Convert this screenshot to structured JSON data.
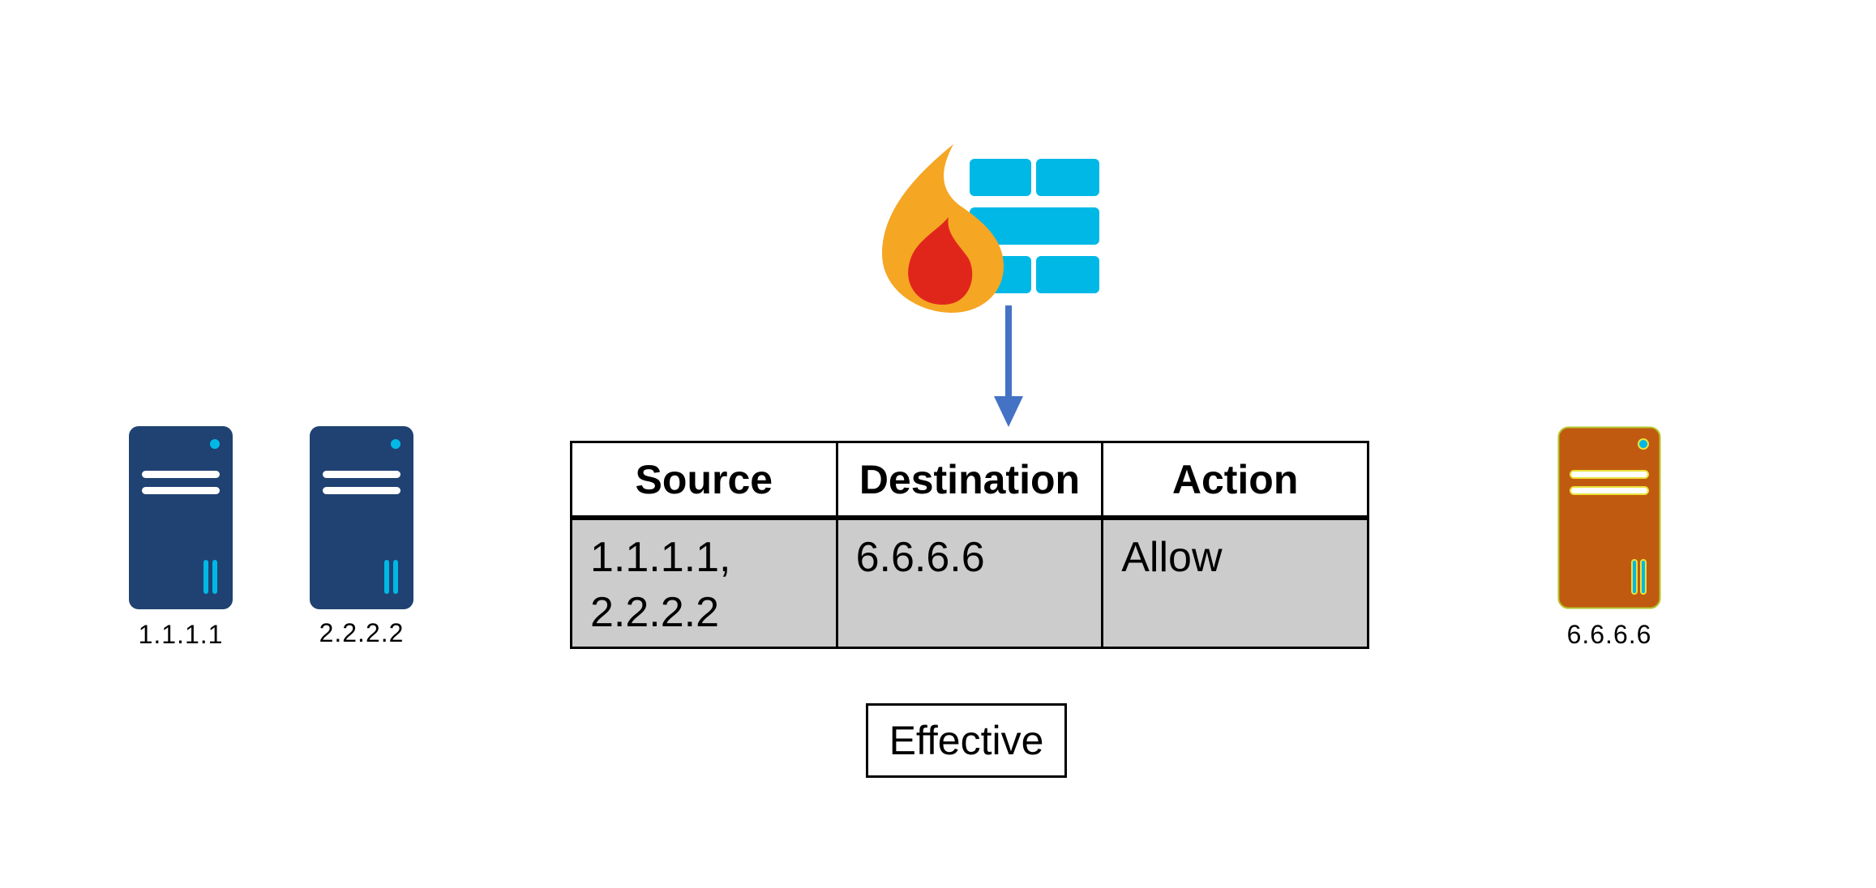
{
  "servers": {
    "left": [
      {
        "label": "1.1.1.1",
        "icon": "server-icon",
        "color": "#1f4272"
      },
      {
        "label": "2.2.2.2",
        "icon": "server-icon",
        "color": "#1f4272"
      }
    ],
    "right": {
      "label": "6.6.6.6",
      "icon": "server-icon",
      "color": "#c15a11"
    }
  },
  "firewall": {
    "icon": "firewall-icon"
  },
  "rule_table": {
    "headers": {
      "source": "Source",
      "destination": "Destination",
      "action": "Action"
    },
    "row": {
      "source_line1": "1.1.1.1,",
      "source_line2": "2.2.2.2",
      "destination": "6.6.6.6",
      "action": "Allow"
    }
  },
  "status": {
    "effective_label": "Effective"
  },
  "colors": {
    "server_blue": "#1f4272",
    "server_orange": "#c15a11",
    "accent_cyan": "#00b8e6",
    "flame_orange": "#f5a623",
    "flame_red": "#e0261b",
    "arrow_blue": "#4472c4",
    "table_fill": "#cccccc"
  }
}
